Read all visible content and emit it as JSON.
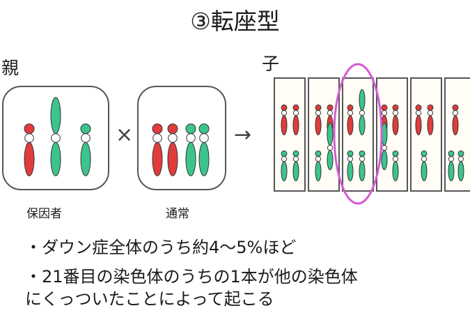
{
  "title": "③転座型",
  "labels": {
    "parent": "親",
    "child": "子"
  },
  "captions": {
    "carrier": "保因者",
    "normal": "通常"
  },
  "operators": {
    "cross": "×",
    "arrow": "→"
  },
  "bullets": [
    "・ダウン症全体のうち約4～5%ほど",
    "・21番目の染色体のうちの1本が他の染色体",
    "にくっついたことによって起こる"
  ],
  "colors": {
    "red": "#e03c3c",
    "green": "#3cc48c",
    "panel_stroke": "#555555",
    "child_fill": "#fffdf6",
    "highlight": "#d45ad4"
  }
}
